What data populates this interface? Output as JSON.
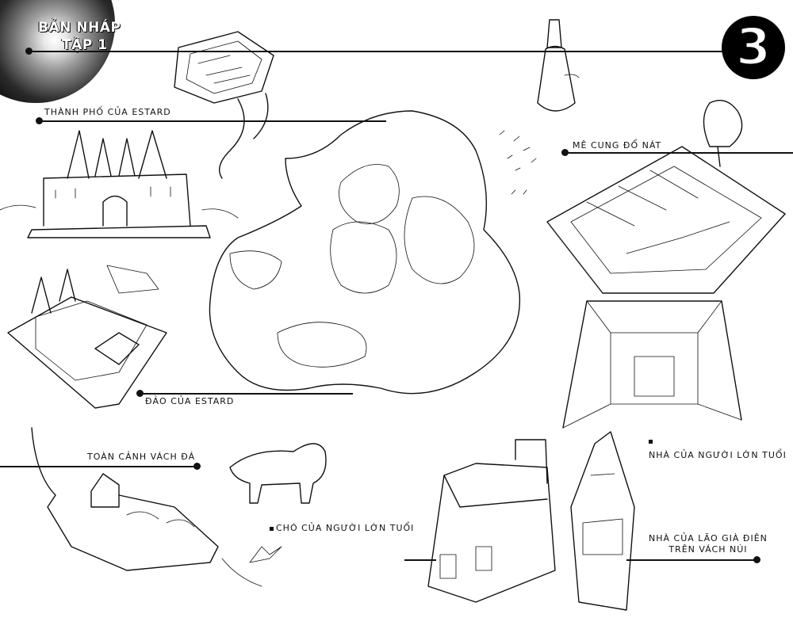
{
  "header": {
    "corner_title_line1": "BẢN NHÁP",
    "corner_title_line2": "TẬP 1",
    "page_number": "3"
  },
  "labels": {
    "estard_city": "THÀNH PHỐ CỦA ESTARD",
    "ruined_maze": "MÊ CUNG ĐỔ NÁT",
    "estard_island": "ĐẢO CỦA ESTARD",
    "cliff_panorama": "TOÀN CẢNH VÁCH ĐÁ",
    "elder_house": "NHÀ CỦA NGƯỜI LỚN TUỔI",
    "elder_dog": "CHÓ CỦA NGƯỜI LỚN TUỔI",
    "crazy_old_man_house_line1": "NHÀ CỦA LÃO GIÀ ĐIÊN",
    "crazy_old_man_house_line2": "TRÊN VÁCH NÚI"
  }
}
